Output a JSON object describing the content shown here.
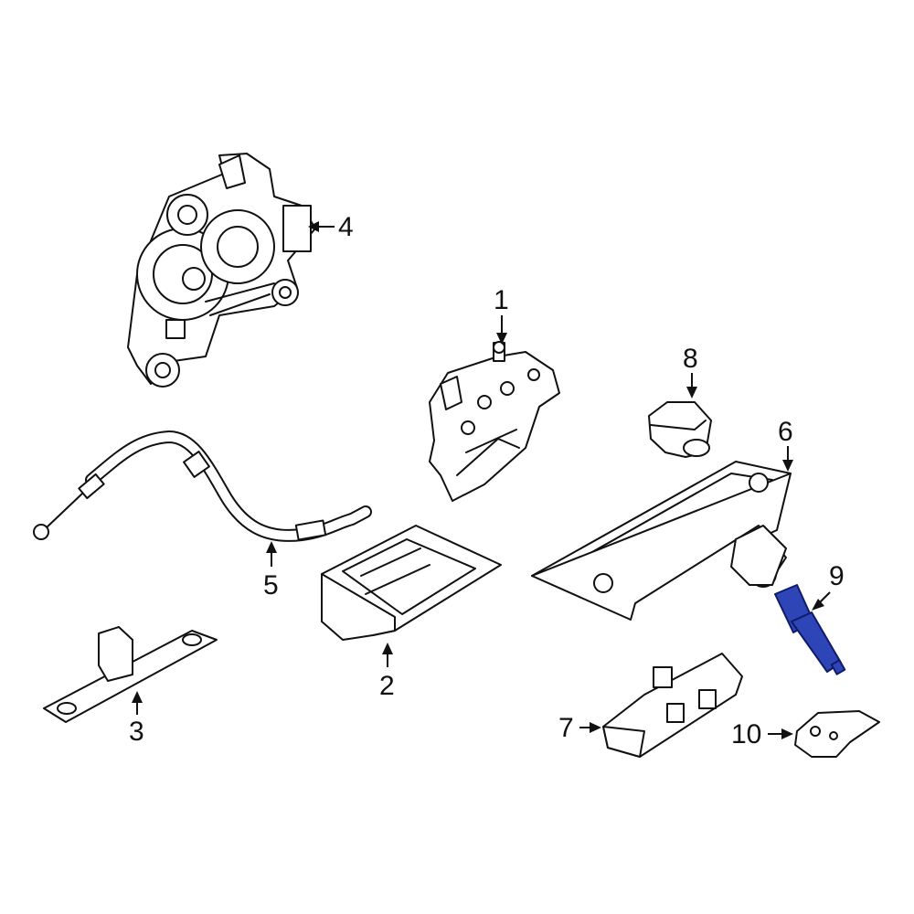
{
  "diagram": {
    "background": "#ffffff",
    "line_color": "#111111",
    "highlight_color": "#2e45b8",
    "highlighted_part": "9",
    "callouts": [
      {
        "id": "c1",
        "label": "1"
      },
      {
        "id": "c2",
        "label": "2"
      },
      {
        "id": "c3",
        "label": "3"
      },
      {
        "id": "c4",
        "label": "4"
      },
      {
        "id": "c5",
        "label": "5"
      },
      {
        "id": "c6",
        "label": "6"
      },
      {
        "id": "c7",
        "label": "7"
      },
      {
        "id": "c8",
        "label": "8"
      },
      {
        "id": "c9",
        "label": "9"
      },
      {
        "id": "c10",
        "label": "10"
      }
    ]
  }
}
